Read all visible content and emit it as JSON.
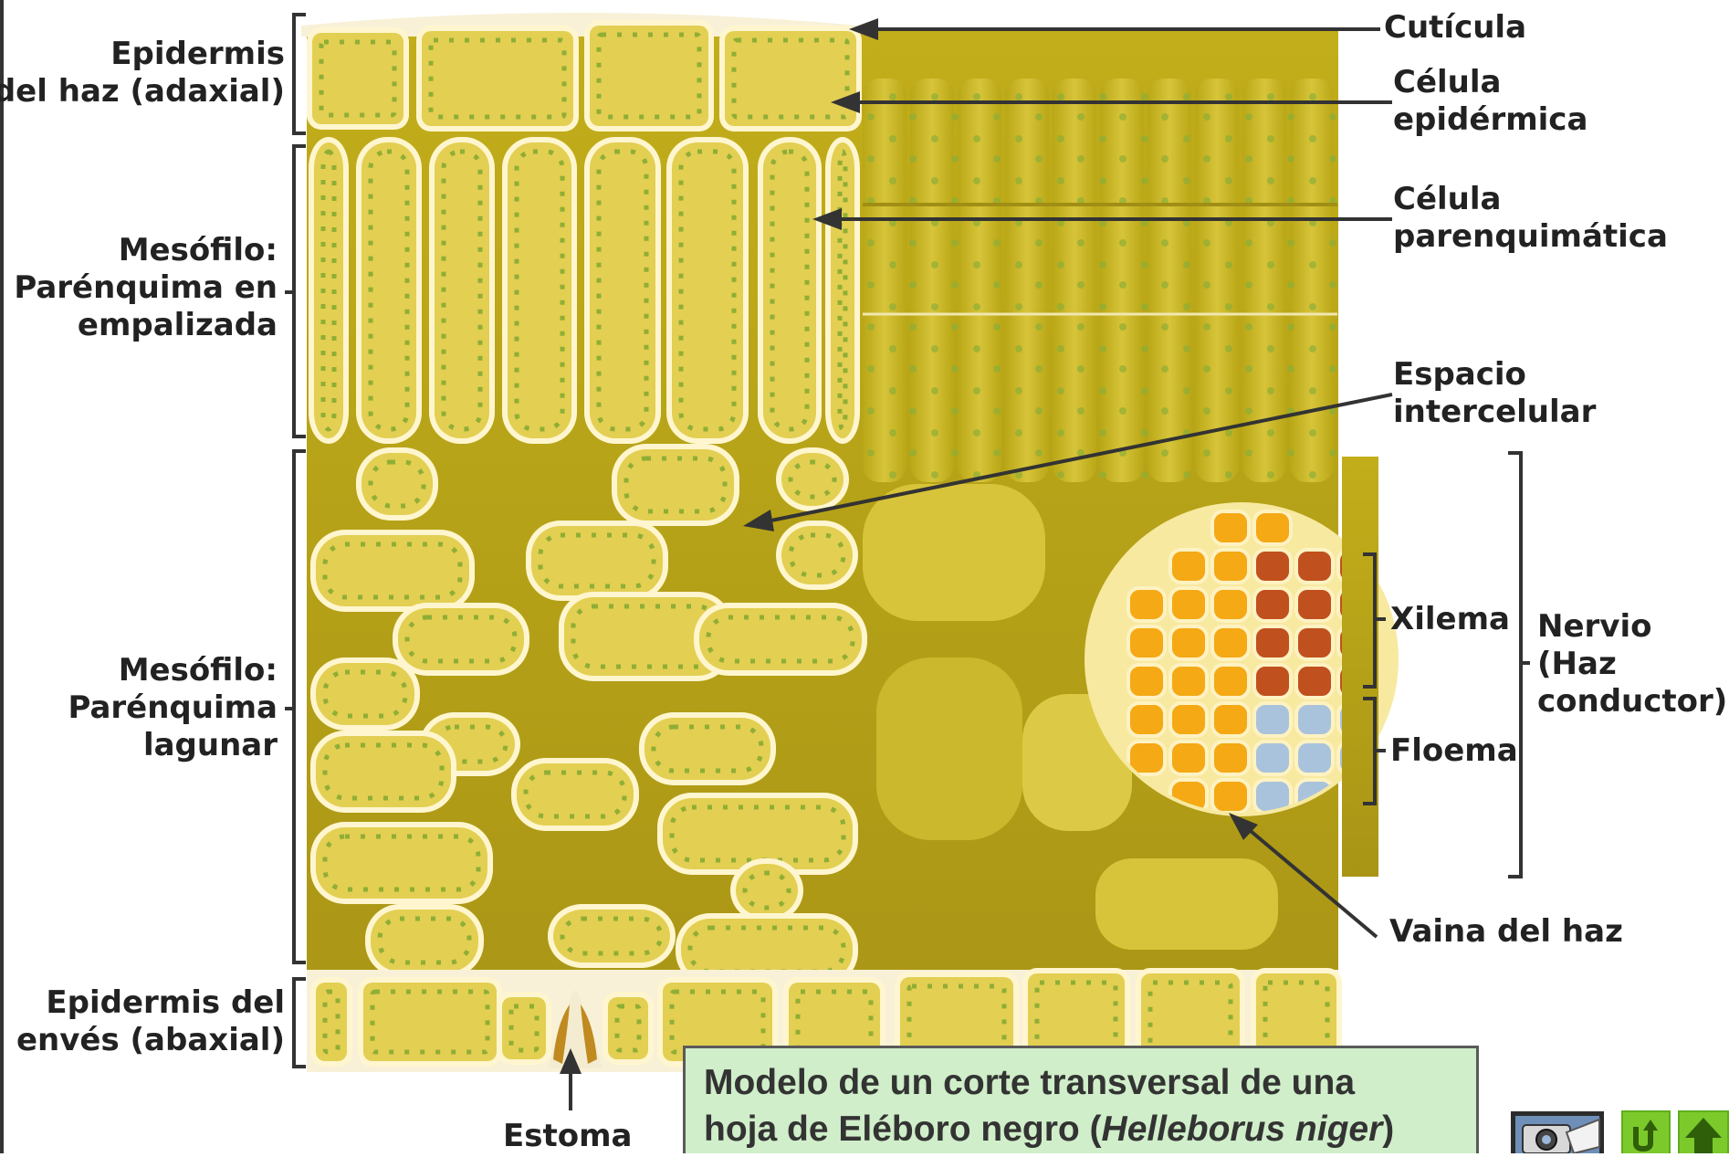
{
  "labels": {
    "epidermis_haz": [
      "Epidermis",
      "del haz (adaxial)"
    ],
    "mesofilo_empalizada": [
      "Mesófilo:",
      "Parénquima en",
      "empalizada"
    ],
    "mesofilo_lagunar": [
      "Mesófilo:",
      "Parénquima",
      "lagunar"
    ],
    "epidermis_enves": [
      "Epidermis del",
      "envés (abaxial)"
    ],
    "estoma": "Estoma",
    "cuticula": "Cutícula",
    "celula_epidermica": [
      "Célula",
      "epidérmica"
    ],
    "celula_parenquimatica": [
      "Célula",
      "parenquimática"
    ],
    "espacio_intercelular": [
      "Espacio",
      "intercelular"
    ],
    "xilema": "Xilema",
    "floema": "Floema",
    "nervio": [
      "Nervio",
      "(Haz",
      "conductor)"
    ],
    "vaina": "Vaina del haz"
  },
  "caption": {
    "line1": "Modelo de un corte transversal de una",
    "line2_prefix": "hoja de Eléboro negro (",
    "line2_italic": "Helleborus niger",
    "line2_suffix": ")"
  },
  "colors": {
    "tissue": "#c9b61e",
    "cell_fill": "#e3cf52",
    "cell_wall": "#fff6cf",
    "xylem": "#c0501e",
    "phloem": "#a9c3dc",
    "sheath": "#f4a915",
    "caption_bg": "#cfeec9"
  },
  "nav": {
    "camera": "camera-icon",
    "back": "return-arrow-icon",
    "up": "up-arrow-icon"
  }
}
